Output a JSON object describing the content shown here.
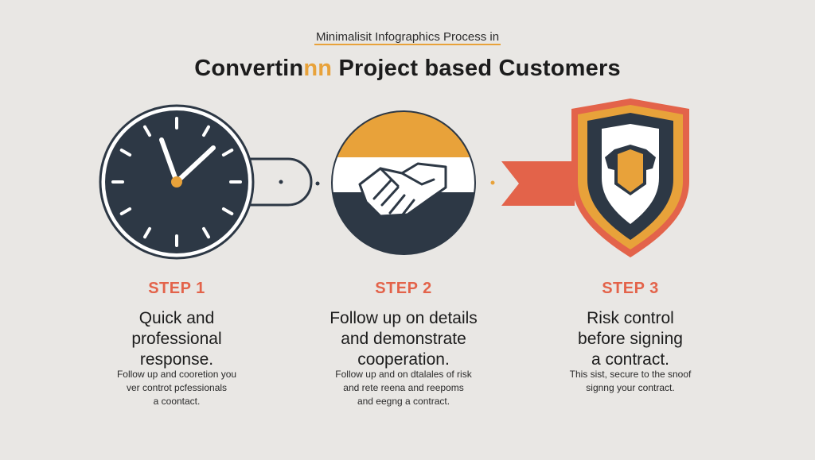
{
  "header": {
    "subtitle": "Minimalisit Infographics Process in",
    "title_prefix": "Convertin",
    "title_highlight": "nn",
    "title_suffix": "Project based Customers"
  },
  "steps": [
    {
      "label": "STEP 1",
      "heading_lines": [
        "Quick and",
        "professional",
        "response."
      ],
      "desc_lines": [
        "Follow up and cooretion you",
        "ver controt pcfessionals",
        "a coontact."
      ],
      "icon": "clock-icon"
    },
    {
      "label": "STEP 2",
      "heading_lines": [
        "Follow up on details",
        "and demonstrate",
        "cooperation."
      ],
      "desc_lines": [
        "Follow up and on dtalales of risk",
        "and rete reena and reepoms",
        "and eegng a contract."
      ],
      "icon": "handshake-icon"
    },
    {
      "label": "STEP 3",
      "heading_lines": [
        "Risk control",
        "before signing",
        "a contract."
      ],
      "desc_lines": [
        "This sist, secure to the snoof",
        "signng your contract."
      ],
      "icon": "shield-icon"
    }
  ],
  "colors": {
    "background": "#e9e7e4",
    "accent_orange": "#e8a23a",
    "accent_red": "#e3634a",
    "dark_navy": "#2d3845"
  }
}
